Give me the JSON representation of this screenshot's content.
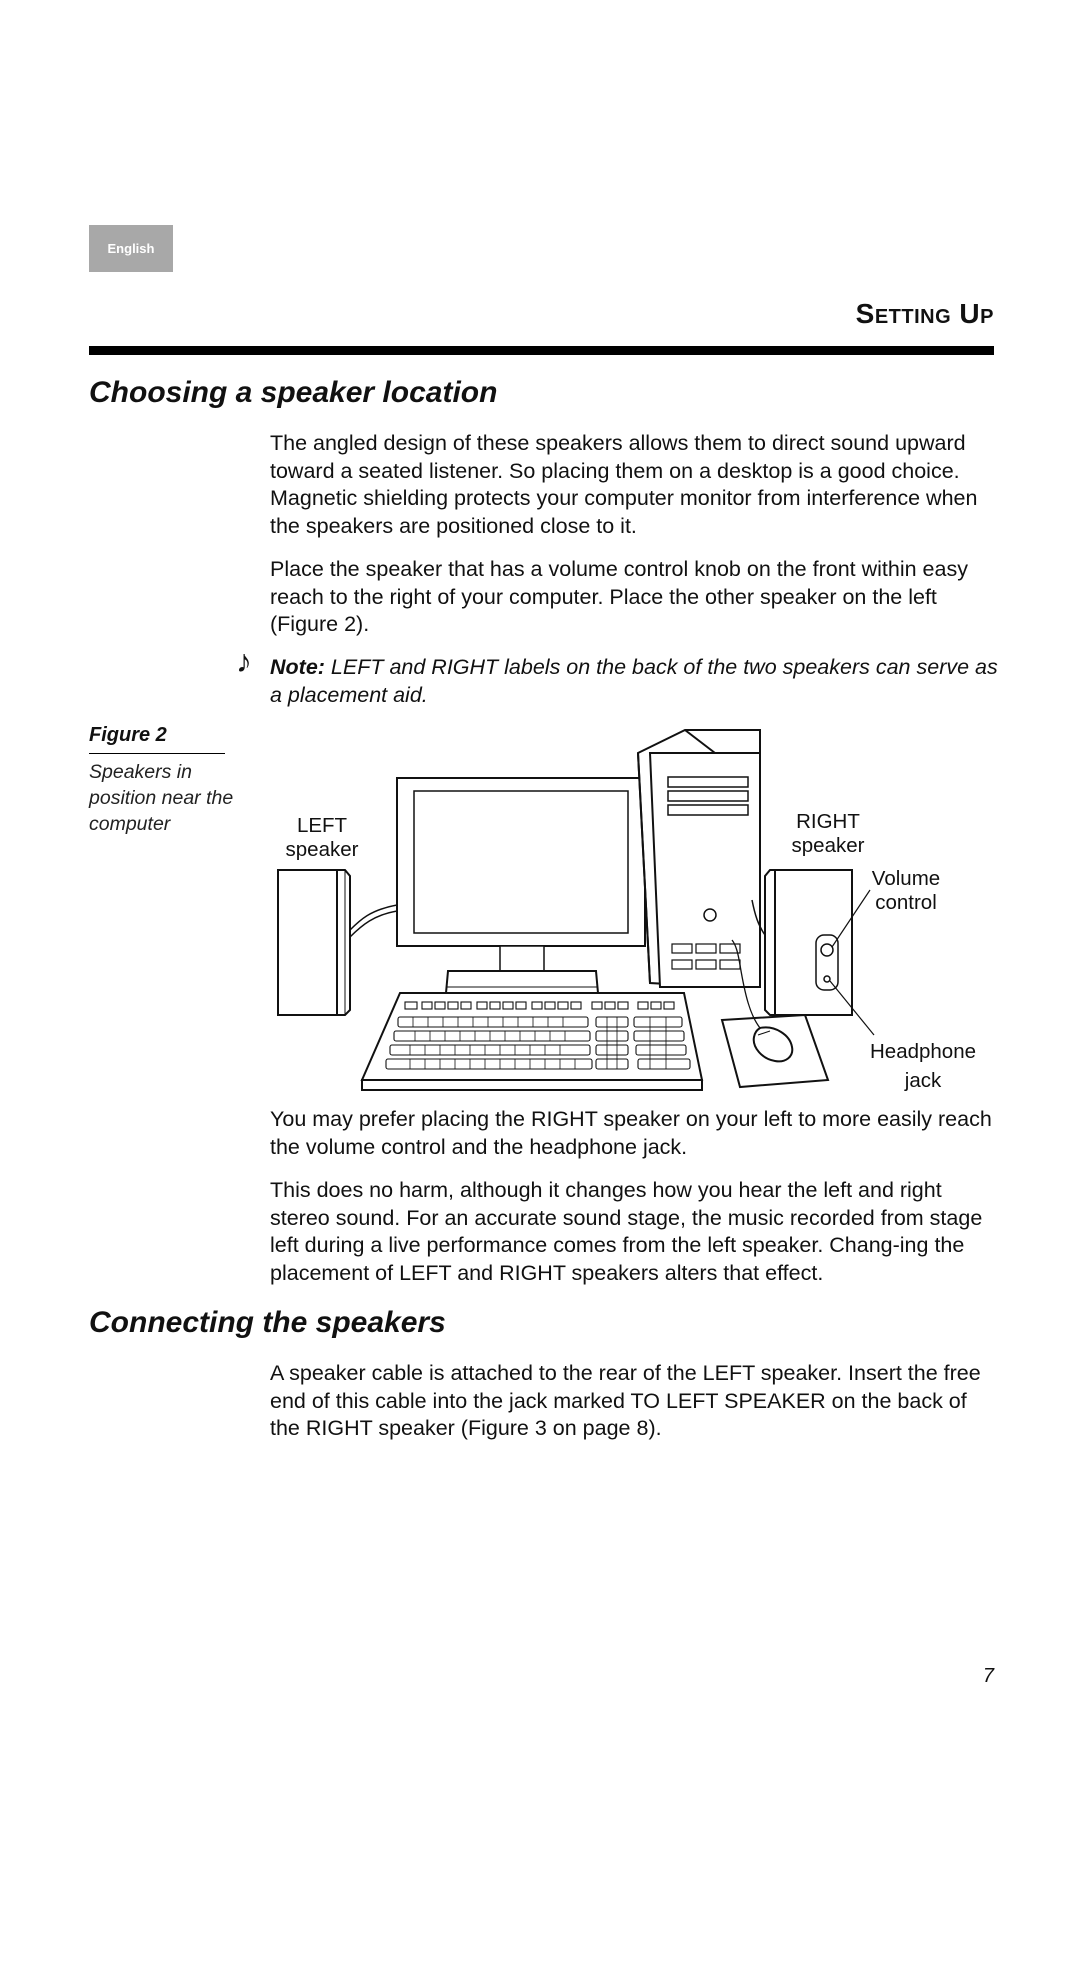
{
  "language_tab": "English",
  "section_header": "Setting Up",
  "section1": {
    "title": "Choosing a speaker location",
    "paragraphs": [
      "The angled design of these speakers allows them to direct sound upward toward a seated listener. So placing them on a desktop is a good choice. Magnetic shielding protects your computer monitor from interference when the speakers are positioned close to it.",
      "Place the speaker that has a volume control knob on the front within easy reach to the right of your computer. Place the other speaker on the left (Figure 2)."
    ],
    "note_label": "Note:",
    "note_text": " LEFT and RIGHT labels on the back of the two speakers can serve as a placement aid."
  },
  "figure": {
    "label": "Figure 2",
    "caption": "Speakers in position near the computer",
    "callouts": {
      "left_speaker": [
        "LEFT",
        "speaker"
      ],
      "right_speaker": [
        "RIGHT",
        "speaker"
      ],
      "volume_control": [
        "Volume",
        "control"
      ],
      "headphone_jack": [
        "Headphone",
        "jack"
      ]
    }
  },
  "after_figure_paragraphs": [
    "You may prefer placing the RIGHT speaker on your left to more easily reach the volume control and the headphone jack.",
    "This does no harm, although it changes how you hear the left and right stereo sound. For an accurate sound stage, the music recorded from stage left during a live performance comes from the left speaker. Chang-ing the placement of LEFT and RIGHT speakers alters that effect."
  ],
  "section2": {
    "title": "Connecting the speakers",
    "paragraphs": [
      "A speaker cable is attached to the rear of the LEFT speaker. Insert the free end of this cable into the jack marked TO LEFT SPEAKER on the back of the RIGHT speaker (Figure 3 on page 8)."
    ]
  },
  "page_number": "7",
  "icons": {
    "note": "music-note-icon"
  }
}
